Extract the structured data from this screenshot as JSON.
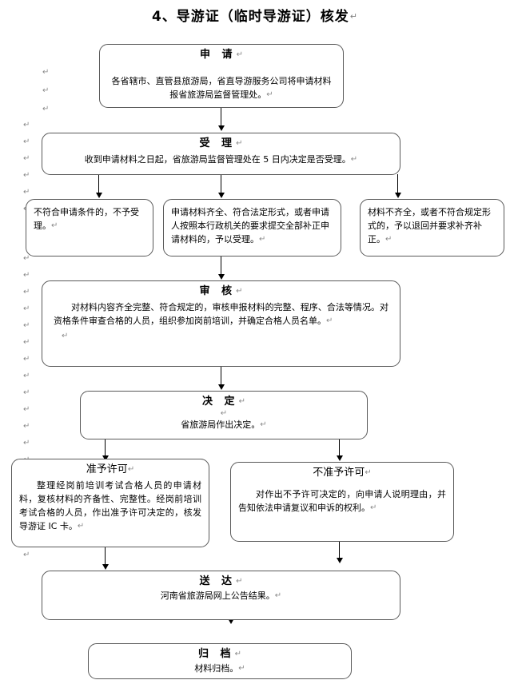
{
  "document": {
    "title": "4、导游证（临时导游证）核发",
    "return_mark": "↵"
  },
  "flow": {
    "nodes": [
      {
        "id": "apply",
        "header": "申  请",
        "lines": [
          "各省辖市、直管县旅游局，省直导游服务公司将申请材料",
          "报省旅游局监督管理处。"
        ]
      },
      {
        "id": "accept",
        "header": "受  理",
        "lines": [
          "收到申请材料之日起，省旅游局监督管理处在 5 日内决定是否受理。"
        ]
      },
      {
        "id": "branch-reject",
        "header": "",
        "lines": [
          "不符合申请条件的，不予受理。"
        ]
      },
      {
        "id": "branch-accept",
        "header": "",
        "lines": [
          "申请材料齐全、符合法定形式，或者申请人按照本行政机关的要求提交全部补正申请材料的，予以受理。"
        ]
      },
      {
        "id": "branch-return",
        "header": "",
        "lines": [
          "材料不齐全，或者不符合规定形式的，予以退回并要求补齐补正。"
        ]
      },
      {
        "id": "review",
        "header": "审  核",
        "lines": [
          "对材料内容齐全完整、符合规定的，审核申报材料的完整、程序、合法等情况。对资格条件审查合格的人员，组织参加岗前培训，并确定合格人员名单。"
        ]
      },
      {
        "id": "decide",
        "header": "决  定",
        "lines": [
          "省旅游局作出决定。"
        ]
      },
      {
        "id": "permit",
        "header": "准予许可",
        "lines": [
          "整理经岗前培训考试合格人员的申请材料，复核材料的齐备性、完整性。经岗前培训考试合格的人员，作出准予许可决定的，核发导游证 IC 卡。"
        ]
      },
      {
        "id": "deny",
        "header": "不准予许可",
        "lines": [
          "对作出不予许可决定的，向申请人说明理由，并告知依法申请复议和申诉的权利。"
        ]
      },
      {
        "id": "deliver",
        "header": "送  达",
        "lines": [
          "河南省旅游局网上公告结果。"
        ]
      },
      {
        "id": "archive",
        "header": "归  档",
        "lines": [
          "材料归档。"
        ]
      }
    ]
  },
  "colors": {
    "box_border": "#595959",
    "connector": "#000000",
    "mark": "#8a8a8a",
    "text": "#000000",
    "background": "#ffffff"
  }
}
